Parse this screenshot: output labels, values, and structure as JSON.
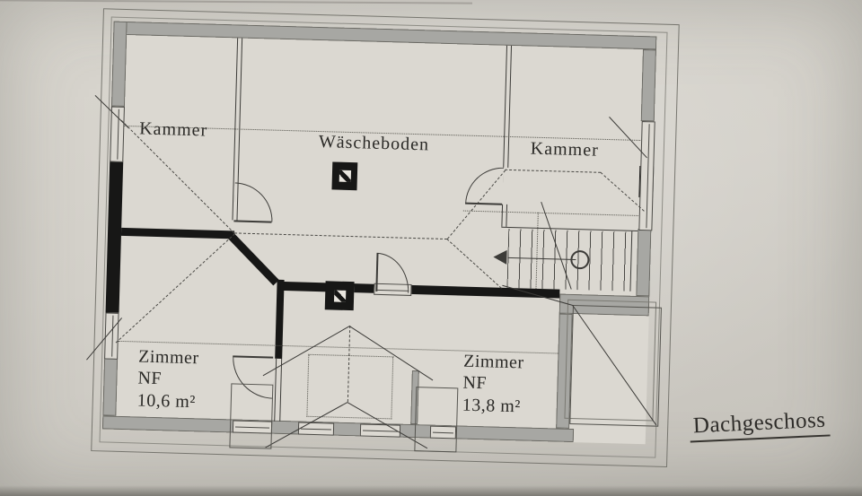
{
  "caption": {
    "title": "Dachgeschoss"
  },
  "rooms": {
    "kammer_left": {
      "label": "Kammer"
    },
    "waescheboden": {
      "label": "Wäscheboden"
    },
    "kammer_right": {
      "label": "Kammer"
    },
    "zimmer_left": {
      "label": "Zimmer",
      "nf": "NF",
      "area": "10,6 m²"
    },
    "zimmer_right": {
      "label": "Zimmer",
      "nf": "NF",
      "area": "13,8 m²"
    }
  },
  "colors": {
    "paper": "#d3d0c9",
    "wall_fill": "#a7a7a3",
    "bearing_wall": "#171716",
    "line": "#3c3b38"
  },
  "icons": [
    "chimney-icon",
    "stair-direction-arrow-icon",
    "door-swing-arc",
    "stair-newel-circle"
  ]
}
